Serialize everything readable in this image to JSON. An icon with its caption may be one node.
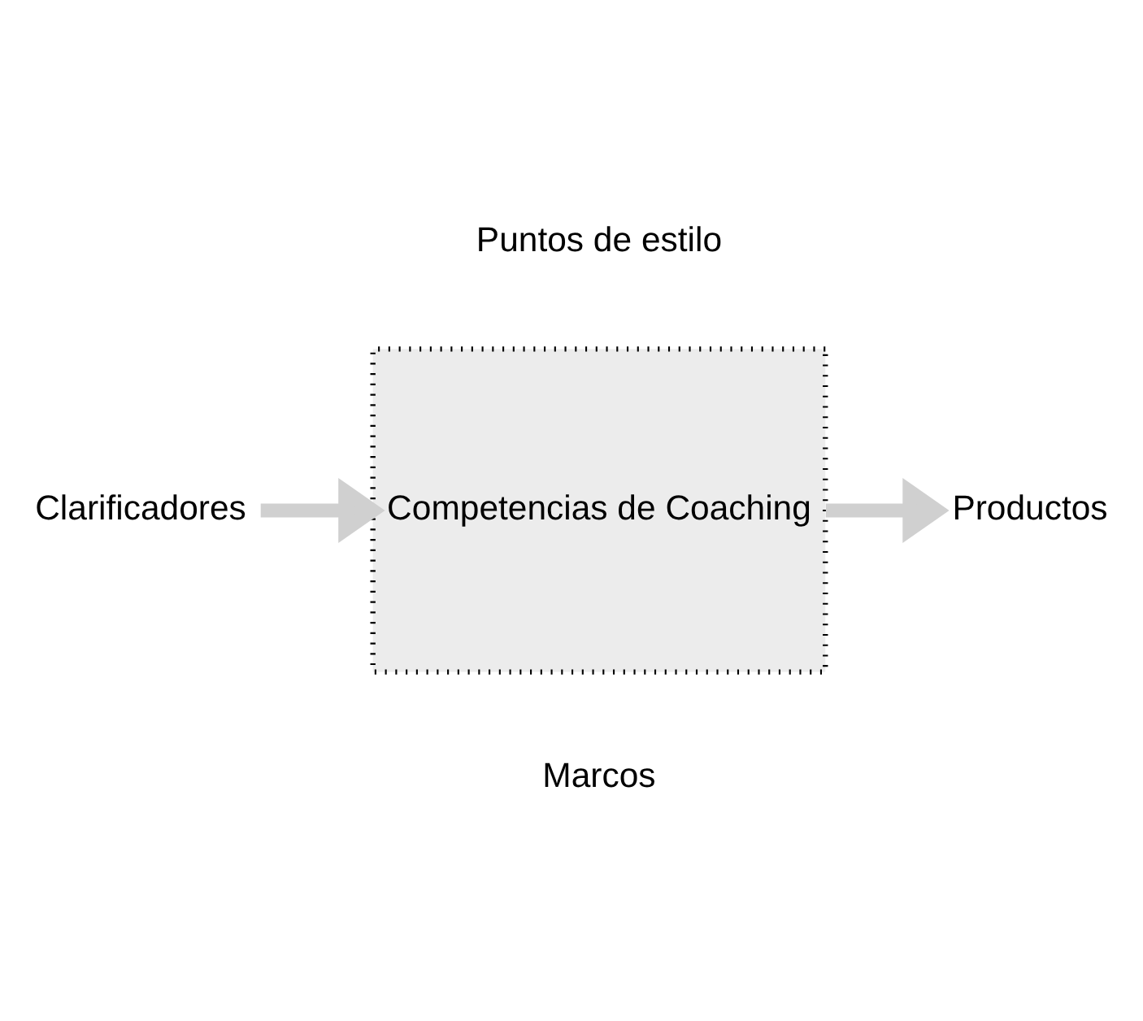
{
  "diagram": {
    "nodes": [
      {
        "text": [
          "Clarificadores"
        ]
      },
      {
        "text": [
          "Competencias de Coaching"
        ]
      },
      {
        "text": [
          "Productos"
        ]
      }
    ],
    "edges": [
      {
        "from": 0,
        "to": 1,
        "arrow": "to"
      },
      {
        "from": 1,
        "to": 2,
        "arrow": "to"
      }
    ],
    "labels": [
      "Puntos de estilo",
      "Marcos"
    ]
  }
}
